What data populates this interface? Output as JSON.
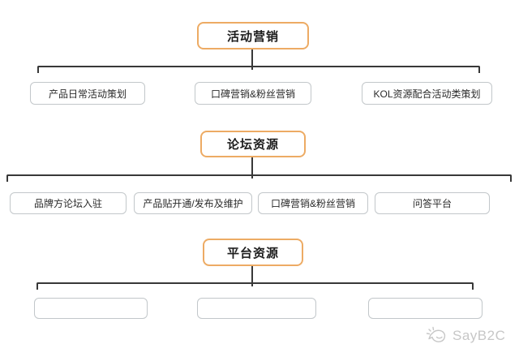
{
  "sections": [
    {
      "title": "活动营销",
      "children": [
        {
          "label": "产品日常活动策划"
        },
        {
          "label": "口碑营销&粉丝营销"
        },
        {
          "label": "KOL资源配合活动类策划"
        }
      ]
    },
    {
      "title": "论坛资源",
      "children": [
        {
          "label": "品牌方论坛入驻"
        },
        {
          "label": "产品贴开通/发布及维护"
        },
        {
          "label": "口碑营销&粉丝营销"
        },
        {
          "label": "问答平台"
        }
      ]
    },
    {
      "title": "平台资源",
      "children": [
        {
          "label": ""
        },
        {
          "label": ""
        },
        {
          "label": ""
        }
      ]
    }
  ],
  "watermark": {
    "text": "SayB2C",
    "icon": "megaphone-icon"
  },
  "colors": {
    "accent_border": "#EDAB64",
    "child_border": "#C2C7CA",
    "connector": "#383838",
    "watermark": "#C7C7C7"
  }
}
